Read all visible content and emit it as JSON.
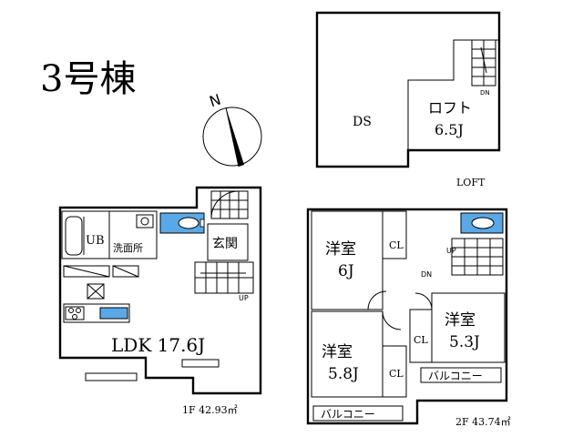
{
  "title": "3号棟",
  "compass": {
    "label": "N",
    "icon": "north-arrow-icon"
  },
  "loft": {
    "ds_label": "DS",
    "room_name": "ロフト",
    "room_size": "6.5J",
    "floor_label": "LOFT",
    "dn_label": "DN"
  },
  "floor1": {
    "ub_label": "UB",
    "washroom_label": "洗面所",
    "entrance_label": "玄関",
    "ldk_label": "LDK 17.6J",
    "up_label": "UP",
    "area_label": "1F 42.93㎡"
  },
  "floor2": {
    "room1_name": "洋室",
    "room1_size": "6J",
    "room2_name": "洋室",
    "room2_size": "5.8J",
    "room3_name": "洋室",
    "room3_size": "5.3J",
    "closet_label": "CL",
    "balcony_label": "バルコニー",
    "up_label": "UP",
    "dn_label": "DN",
    "area_label": "2F 43.74㎡"
  },
  "colors": {
    "fixture_blue": "#5aa9e6",
    "line": "#000000",
    "background": "#ffffff"
  }
}
